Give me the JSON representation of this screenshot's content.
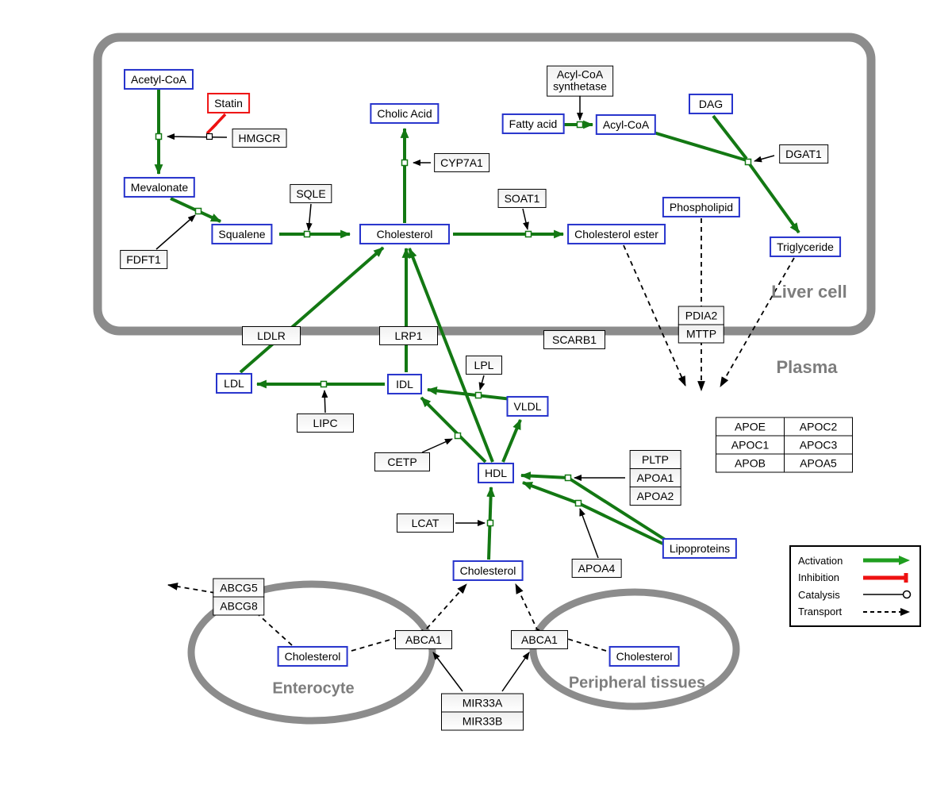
{
  "compartments": {
    "liver": "Liver cell",
    "plasma": "Plasma",
    "enterocyte": "Enterocyte",
    "peripheral": "Peripheral tissues"
  },
  "metabolites": {
    "acetyl_coa": "Acetyl-CoA",
    "mevalonate": "Mevalonate",
    "squalene": "Squalene",
    "cholesterol_liver": "Cholesterol",
    "cholic_acid": "Cholic Acid",
    "cholesterol_ester": "Cholesterol ester",
    "fatty_acid": "Fatty acid",
    "acyl_coa": "Acyl-CoA",
    "dag": "DAG",
    "phospholipid": "Phospholipid",
    "triglyceride": "Triglyceride",
    "ldl": "LDL",
    "idl": "IDL",
    "vldl": "VLDL",
    "hdl": "HDL",
    "cholesterol_plasma": "Cholesterol",
    "lipoproteins": "Lipoproteins",
    "cholesterol_enterocyte": "Cholesterol",
    "cholesterol_peripheral": "Cholesterol"
  },
  "drugs": {
    "statin": "Statin"
  },
  "genes": {
    "hmgcr": "HMGCR",
    "fdft1": "FDFT1",
    "sqle": "SQLE",
    "cyp7a1": "CYP7A1",
    "soat1": "SOAT1",
    "acyl_coa_synthetase_line1": "Acyl-CoA",
    "acyl_coa_synthetase_line2": "synthetase",
    "dgat1": "DGAT1",
    "pdia2": "PDIA2",
    "mttp": "MTTP",
    "ldlr": "LDLR",
    "lrp1": "LRP1",
    "scarb1": "SCARB1",
    "lipc": "LIPC",
    "lpl": "LPL",
    "cetp": "CETP",
    "lcat": "LCAT",
    "pltp": "PLTP",
    "apoa1": "APOA1",
    "apoa2": "APOA2",
    "apoa4": "APOA4",
    "apoe": "APOE",
    "apoc2": "APOC2",
    "apoc1": "APOC1",
    "apoc3": "APOC3",
    "apob": "APOB",
    "apoa5": "APOA5",
    "abcg5": "ABCG5",
    "abcg8": "ABCG8",
    "abca1_enterocyte": "ABCA1",
    "abca1_peripheral": "ABCA1",
    "mir33a": "MIR33A",
    "mir33b": "MIR33B"
  },
  "legend": {
    "activation": "Activation",
    "inhibition": "Inhibition",
    "catalysis": "Catalysis",
    "transport": "Transport"
  },
  "colors": {
    "metabolite_border": "#2633cc",
    "activation_green": "#137813",
    "inhibition_red": "#ee1111",
    "compartment_gray": "#8c8c8c",
    "gene_border": "#000000"
  },
  "edges": [
    {
      "type": "activation",
      "from": "Acetyl-CoA",
      "to": "Mevalonate",
      "catalyst": "HMGCR",
      "inhibitor": "Statin"
    },
    {
      "type": "activation",
      "from": "Mevalonate",
      "to": "Squalene",
      "catalyst": "FDFT1"
    },
    {
      "type": "activation",
      "from": "Squalene",
      "to": "Cholesterol",
      "catalyst": "SQLE"
    },
    {
      "type": "activation",
      "from": "Cholesterol",
      "to": "Cholic Acid",
      "catalyst": "CYP7A1"
    },
    {
      "type": "activation",
      "from": "Cholesterol",
      "to": "Cholesterol ester",
      "catalyst": "SOAT1"
    },
    {
      "type": "activation",
      "from": "Fatty acid",
      "to": "Acyl-CoA",
      "catalyst": "Acyl-CoA synthetase"
    },
    {
      "type": "activation",
      "from": "Acyl-CoA",
      "to": "Triglyceride",
      "catalyst": "DGAT1"
    },
    {
      "type": "activation",
      "from": "DAG",
      "to": "Triglyceride",
      "catalyst": "DGAT1"
    },
    {
      "type": "activation",
      "from": "IDL",
      "to": "LDL",
      "catalyst": "LIPC"
    },
    {
      "type": "activation",
      "from": "LDL",
      "to": "Cholesterol",
      "via": "LDLR"
    },
    {
      "type": "activation",
      "from": "IDL",
      "to": "Cholesterol",
      "via": "LRP1"
    },
    {
      "type": "activation",
      "from": "VLDL",
      "to": "IDL",
      "catalyst": "LPL"
    },
    {
      "type": "activation",
      "from": "HDL",
      "to": "IDL",
      "catalyst": "CETP"
    },
    {
      "type": "activation",
      "from": "HDL",
      "to": "VLDL"
    },
    {
      "type": "activation",
      "from": "HDL",
      "to": "Cholesterol"
    },
    {
      "type": "activation",
      "from": "Cholesterol",
      "to": "HDL",
      "catalyst": "LCAT"
    },
    {
      "type": "activation",
      "from": "Lipoproteins",
      "to": "HDL",
      "catalyst": "PLTP APOA1 APOA2"
    },
    {
      "type": "activation",
      "from": "Lipoproteins",
      "to": "HDL",
      "catalyst": "APOA4"
    },
    {
      "type": "transport",
      "from": "Cholesterol ester",
      "to": "Plasma"
    },
    {
      "type": "transport",
      "from": "Phospholipid",
      "to": "Plasma",
      "via": "PDIA2 MTTP"
    },
    {
      "type": "transport",
      "from": "Triglyceride",
      "to": "Plasma"
    },
    {
      "type": "transport",
      "from": "Cholesterol",
      "via": "ABCG5 ABCG8"
    },
    {
      "type": "transport",
      "from": "Cholesterol",
      "to": "Cholesterol",
      "via": "ABCA1"
    },
    {
      "type": "transport",
      "from": "Cholesterol",
      "to": "Cholesterol",
      "via": "ABCA1"
    },
    {
      "type": "regulation",
      "from": "MIR33A MIR33B",
      "to": "ABCA1"
    }
  ]
}
